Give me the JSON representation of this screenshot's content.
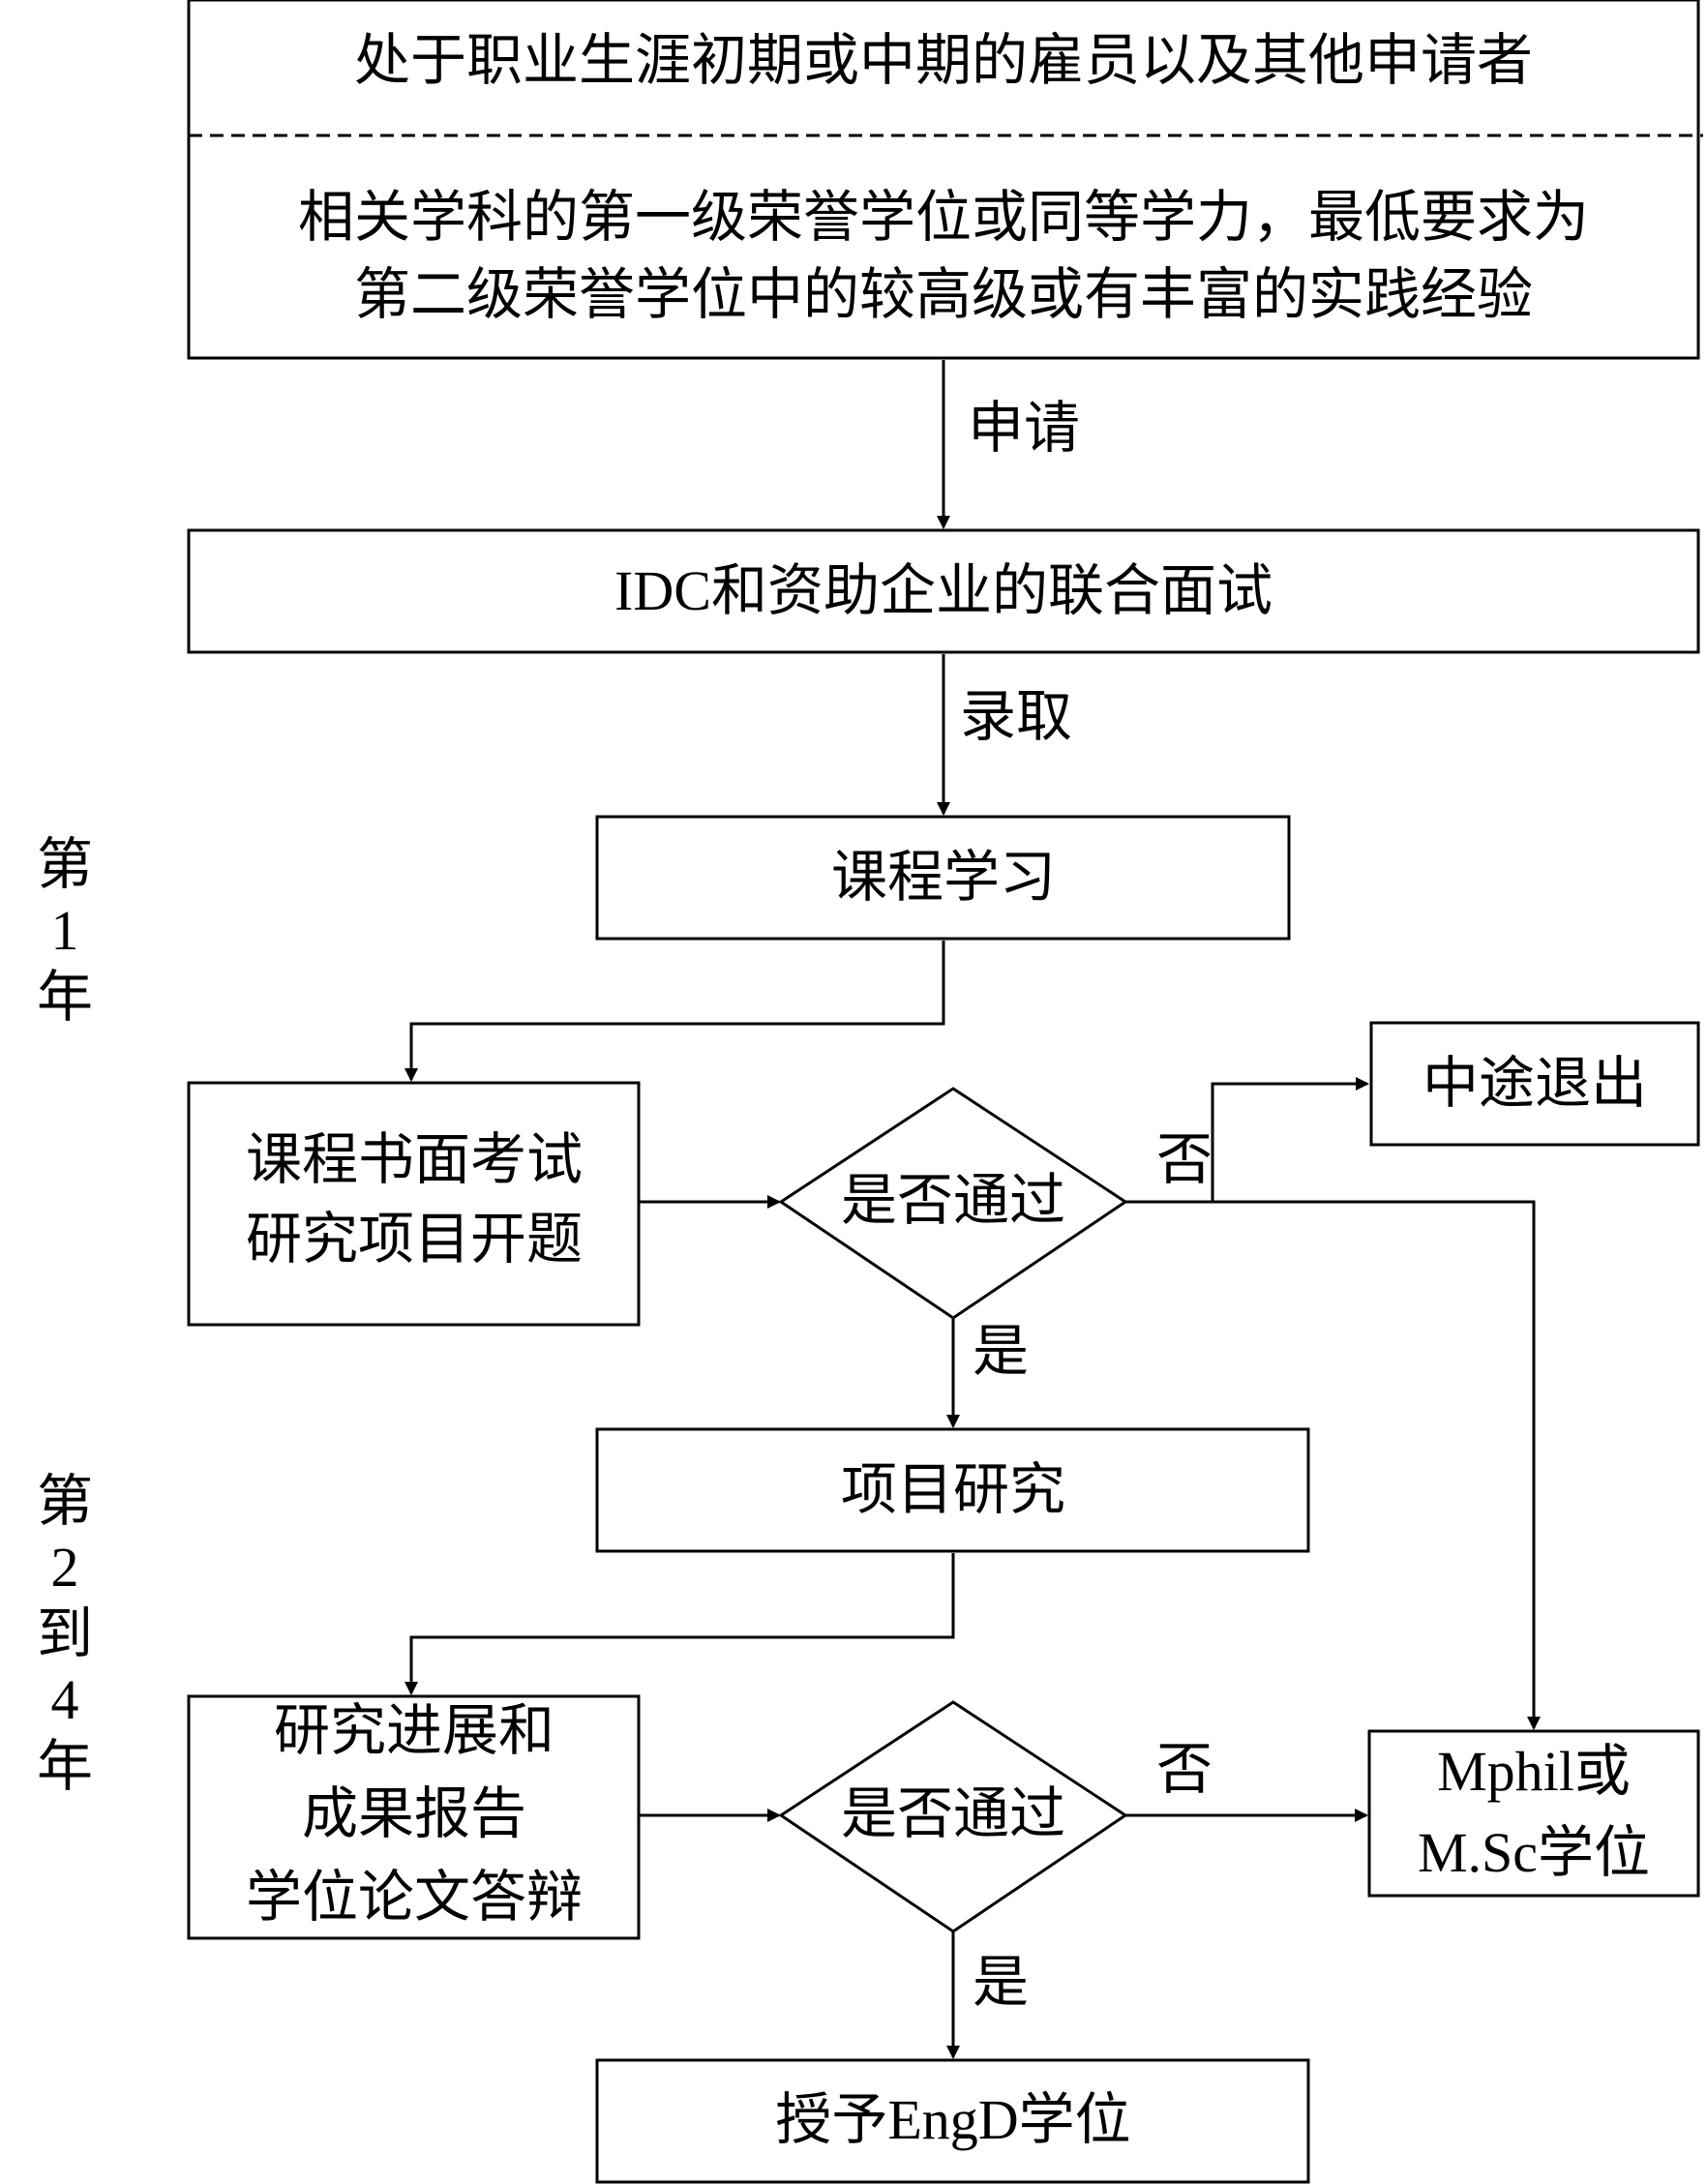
{
  "eligibility": {
    "line1": "处于职业生涯初期或中期的雇员以及其他申请者",
    "line2a": "相关学科的第一级荣誉学位或同等学力，最低要求为",
    "line2b": "第二级荣誉学位中的较高级或有丰富的实践经验"
  },
  "edges": {
    "apply": "申请",
    "admit": "录取",
    "no1": "否",
    "yes1": "是",
    "no2": "否",
    "yes2": "是"
  },
  "nodes": {
    "interview": "IDC和资助企业的联合面试",
    "coursework": "课程学习",
    "exam_line1": "课程书面考试",
    "exam_line2": "研究项目开题",
    "decision1": "是否通过",
    "withdraw": "中途退出",
    "research": "项目研究",
    "report_line1": "研究进展和",
    "report_line2": "成果报告",
    "report_line3": "学位论文答辩",
    "decision2": "是否通过",
    "mphil_line1": "Mphil或",
    "mphil_line2": "M.Sc学位",
    "engd": "授予EngD学位"
  },
  "side_labels": {
    "year1": [
      "第",
      "1",
      "年"
    ],
    "year2to4": [
      "第",
      "2",
      "到",
      "4",
      "年"
    ]
  }
}
